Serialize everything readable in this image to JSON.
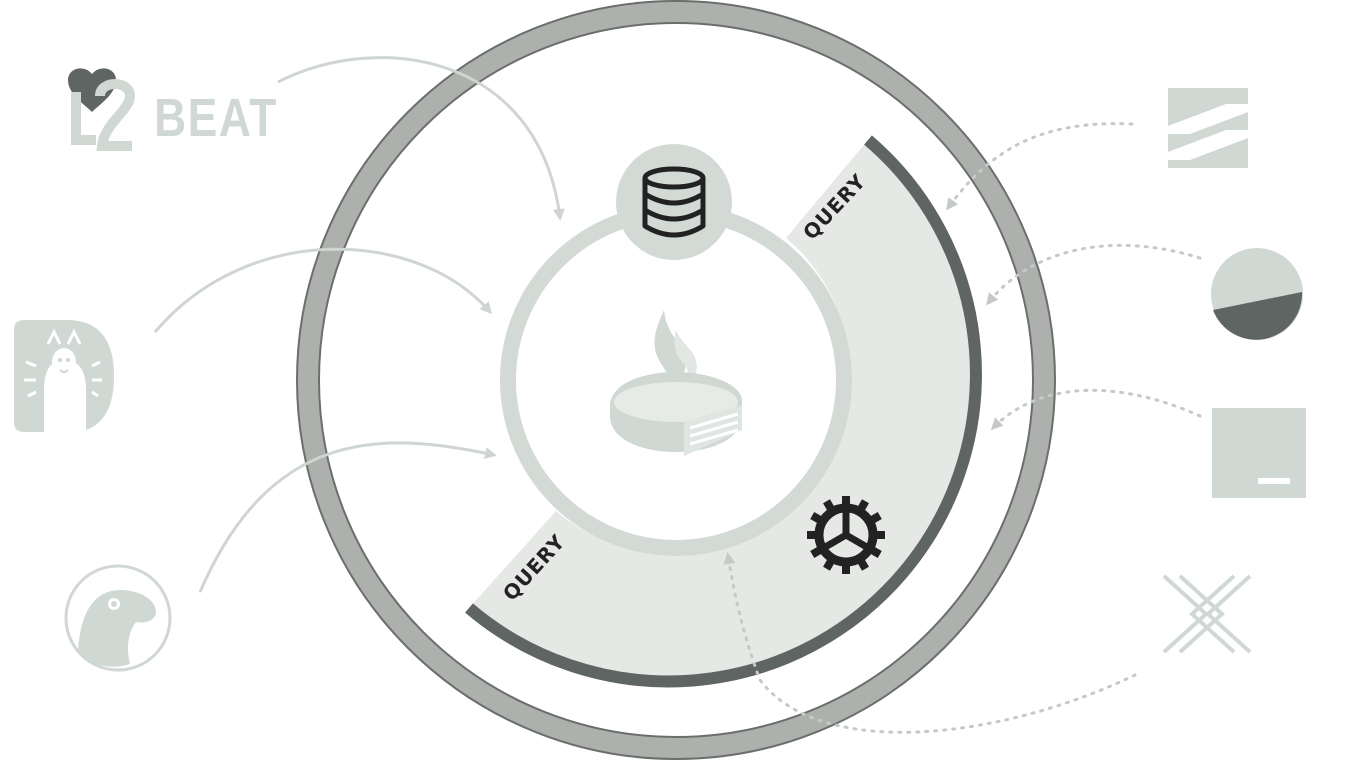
{
  "colors": {
    "outer_ring": "#aeb0ae",
    "outer_ring_edge": "#6b6f6c",
    "sector_fill": "#e5e8e5",
    "sector_arc": "#5f6562",
    "inner_ring": "#d3dad6",
    "logo_fill": "#d0d8d3",
    "logo_dark": "#5f6562",
    "icon_dark": "#222222",
    "arrow_line": "#cfd6d2",
    "dotted_line": "#c5cac7"
  },
  "labels": {
    "query_upper": "QUERY",
    "query_lower": "QUERY"
  },
  "logos": {
    "l2beat": {
      "text": "BEAT",
      "icon": "l2beat-logo"
    },
    "left_middle": {
      "icon": "alpaca-logo"
    },
    "left_bottom": {
      "icon": "coingecko-gecko-logo"
    },
    "right_top": {
      "icon": "zerion-z-logo"
    },
    "right_second": {
      "icon": "half-circle-logo"
    },
    "right_third": {
      "icon": "square-underscore-logo"
    },
    "right_bottom": {
      "icon": "x-chevrons-logo"
    }
  },
  "icons": {
    "center": "oracle-flame-logo",
    "database": "database-icon",
    "gear": "gear-icon"
  }
}
